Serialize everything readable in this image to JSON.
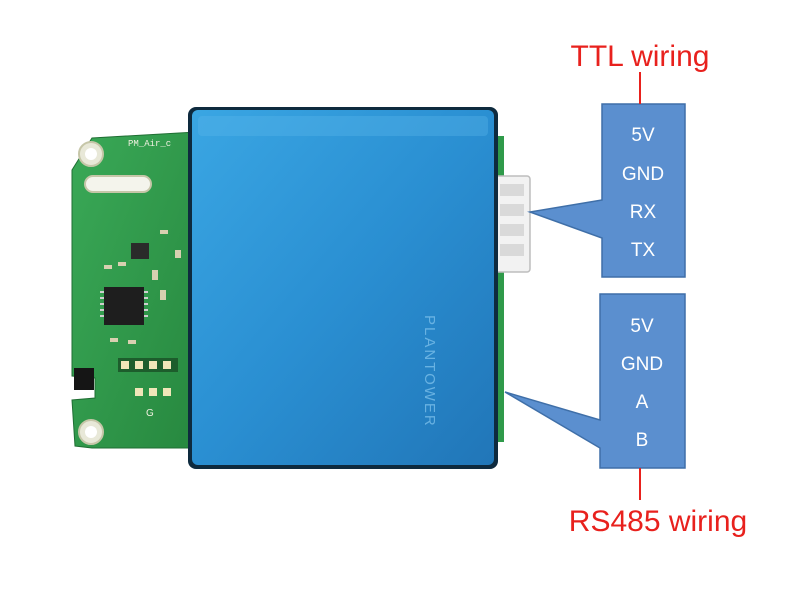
{
  "ttl": {
    "title": "TTL wiring",
    "pins": [
      "5V",
      "GND",
      "RX",
      "TX"
    ]
  },
  "rs485": {
    "title": "RS485 wiring",
    "pins": [
      "5V",
      "GND",
      "A",
      "B"
    ]
  },
  "board": {
    "silkscreen_top": "PM_Air_c",
    "silkscreen_g": "G"
  },
  "module": {
    "brand_vertical": "PLANTOWER"
  },
  "colors": {
    "callout_fill": "#5b8fcf",
    "callout_stroke": "#3f6fa8",
    "title_red": "#e8211d",
    "module_blue": "#2f93d6",
    "pcb_green": "#2f9a4a"
  }
}
